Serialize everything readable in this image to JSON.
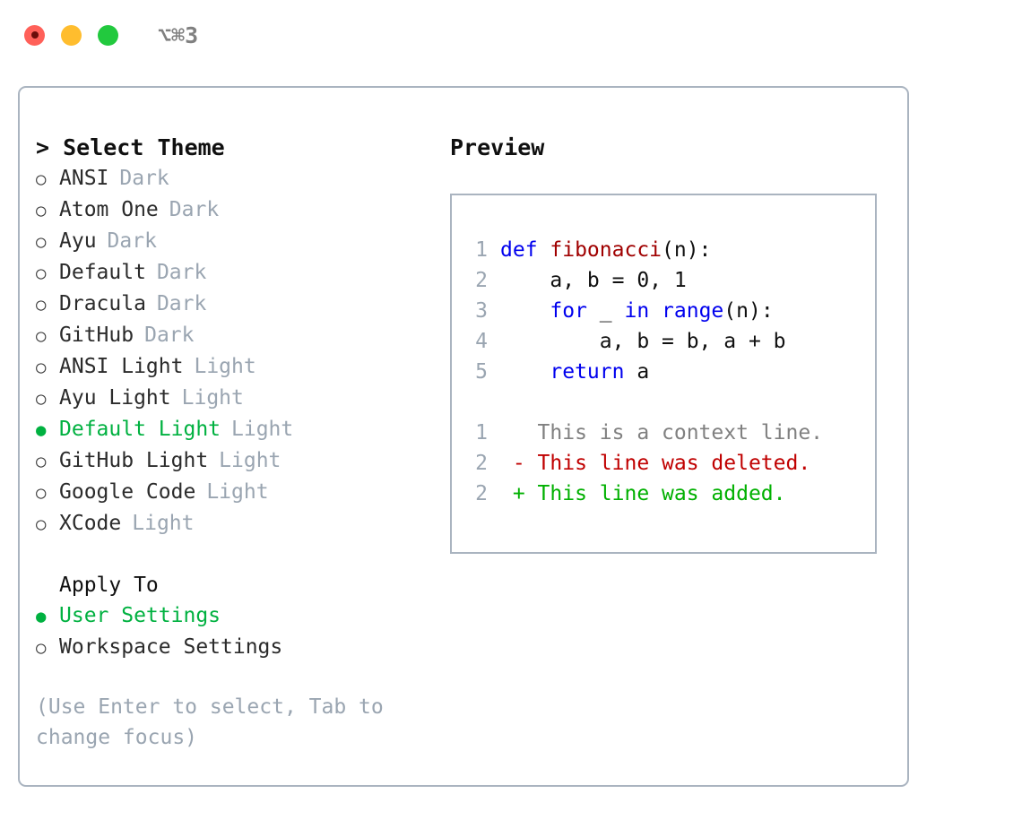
{
  "titlebar": {
    "shortcut": "⌥⌘3",
    "buttons": [
      {
        "name": "close",
        "color": "#ff6059"
      },
      {
        "name": "minimize",
        "color": "#ffbd2e"
      },
      {
        "name": "zoom",
        "color": "#22c93e"
      }
    ]
  },
  "theme_list": {
    "header": "> Select Theme",
    "items": [
      {
        "marker": "○",
        "label": "ANSI",
        "variant": "Dark",
        "selected": false
      },
      {
        "marker": "○",
        "label": "Atom One",
        "variant": "Dark",
        "selected": false
      },
      {
        "marker": "○",
        "label": "Ayu",
        "variant": "Dark",
        "selected": false
      },
      {
        "marker": "○",
        "label": "Default",
        "variant": "Dark",
        "selected": false
      },
      {
        "marker": "○",
        "label": "Dracula",
        "variant": "Dark",
        "selected": false
      },
      {
        "marker": "○",
        "label": "GitHub",
        "variant": "Dark",
        "selected": false
      },
      {
        "marker": "○",
        "label": "ANSI Light",
        "variant": "Light",
        "selected": false
      },
      {
        "marker": "○",
        "label": "Ayu Light",
        "variant": "Light",
        "selected": false
      },
      {
        "marker": "●",
        "label": "Default Light",
        "variant": "Light",
        "selected": true
      },
      {
        "marker": "○",
        "label": "GitHub Light",
        "variant": "Light",
        "selected": false
      },
      {
        "marker": "○",
        "label": "Google Code",
        "variant": "Light",
        "selected": false
      },
      {
        "marker": "○",
        "label": "XCode",
        "variant": "Light",
        "selected": false
      }
    ]
  },
  "apply_to": {
    "header": "Apply To",
    "items": [
      {
        "marker": "●",
        "label": "User Settings",
        "selected": true
      },
      {
        "marker": "○",
        "label": "Workspace Settings",
        "selected": false
      }
    ]
  },
  "hint": "(Use Enter to select, Tab to change focus)",
  "preview": {
    "title": "Preview",
    "code_lines": [
      {
        "no": "1",
        "tokens": [
          {
            "t": "def ",
            "c": "kw"
          },
          {
            "t": "fibonacci",
            "c": "fn"
          },
          {
            "t": "(n):",
            "c": "pl"
          }
        ]
      },
      {
        "no": "2",
        "tokens": [
          {
            "t": "    a, b = 0, 1",
            "c": "pl"
          }
        ]
      },
      {
        "no": "3",
        "tokens": [
          {
            "t": "    ",
            "c": "pl"
          },
          {
            "t": "for",
            "c": "kw"
          },
          {
            "t": " _ ",
            "c": "pl"
          },
          {
            "t": "in",
            "c": "kw"
          },
          {
            "t": " ",
            "c": "pl"
          },
          {
            "t": "range",
            "c": "kw"
          },
          {
            "t": "(n):",
            "c": "pl"
          }
        ]
      },
      {
        "no": "4",
        "tokens": [
          {
            "t": "        a, b = b, a + b",
            "c": "pl"
          }
        ]
      },
      {
        "no": "5",
        "tokens": [
          {
            "t": "    ",
            "c": "pl"
          },
          {
            "t": "return",
            "c": "kw"
          },
          {
            "t": " a",
            "c": "pl"
          }
        ]
      }
    ],
    "diff_lines": [
      {
        "no": "1",
        "tokens": [
          {
            "t": "   This is a context line.",
            "c": "ctx"
          }
        ]
      },
      {
        "no": "2",
        "tokens": [
          {
            "t": " - This line was deleted.",
            "c": "del"
          }
        ]
      },
      {
        "no": "2",
        "tokens": [
          {
            "t": " + This line was added.",
            "c": "add"
          }
        ]
      }
    ]
  },
  "colors": {
    "accent_green": "#00b140",
    "muted": "#9aa5b1",
    "border": "#aab4c0",
    "keyword": "#0000ee",
    "function": "#a00000",
    "diff_added": "#00b000",
    "diff_deleted": "#c00000"
  }
}
